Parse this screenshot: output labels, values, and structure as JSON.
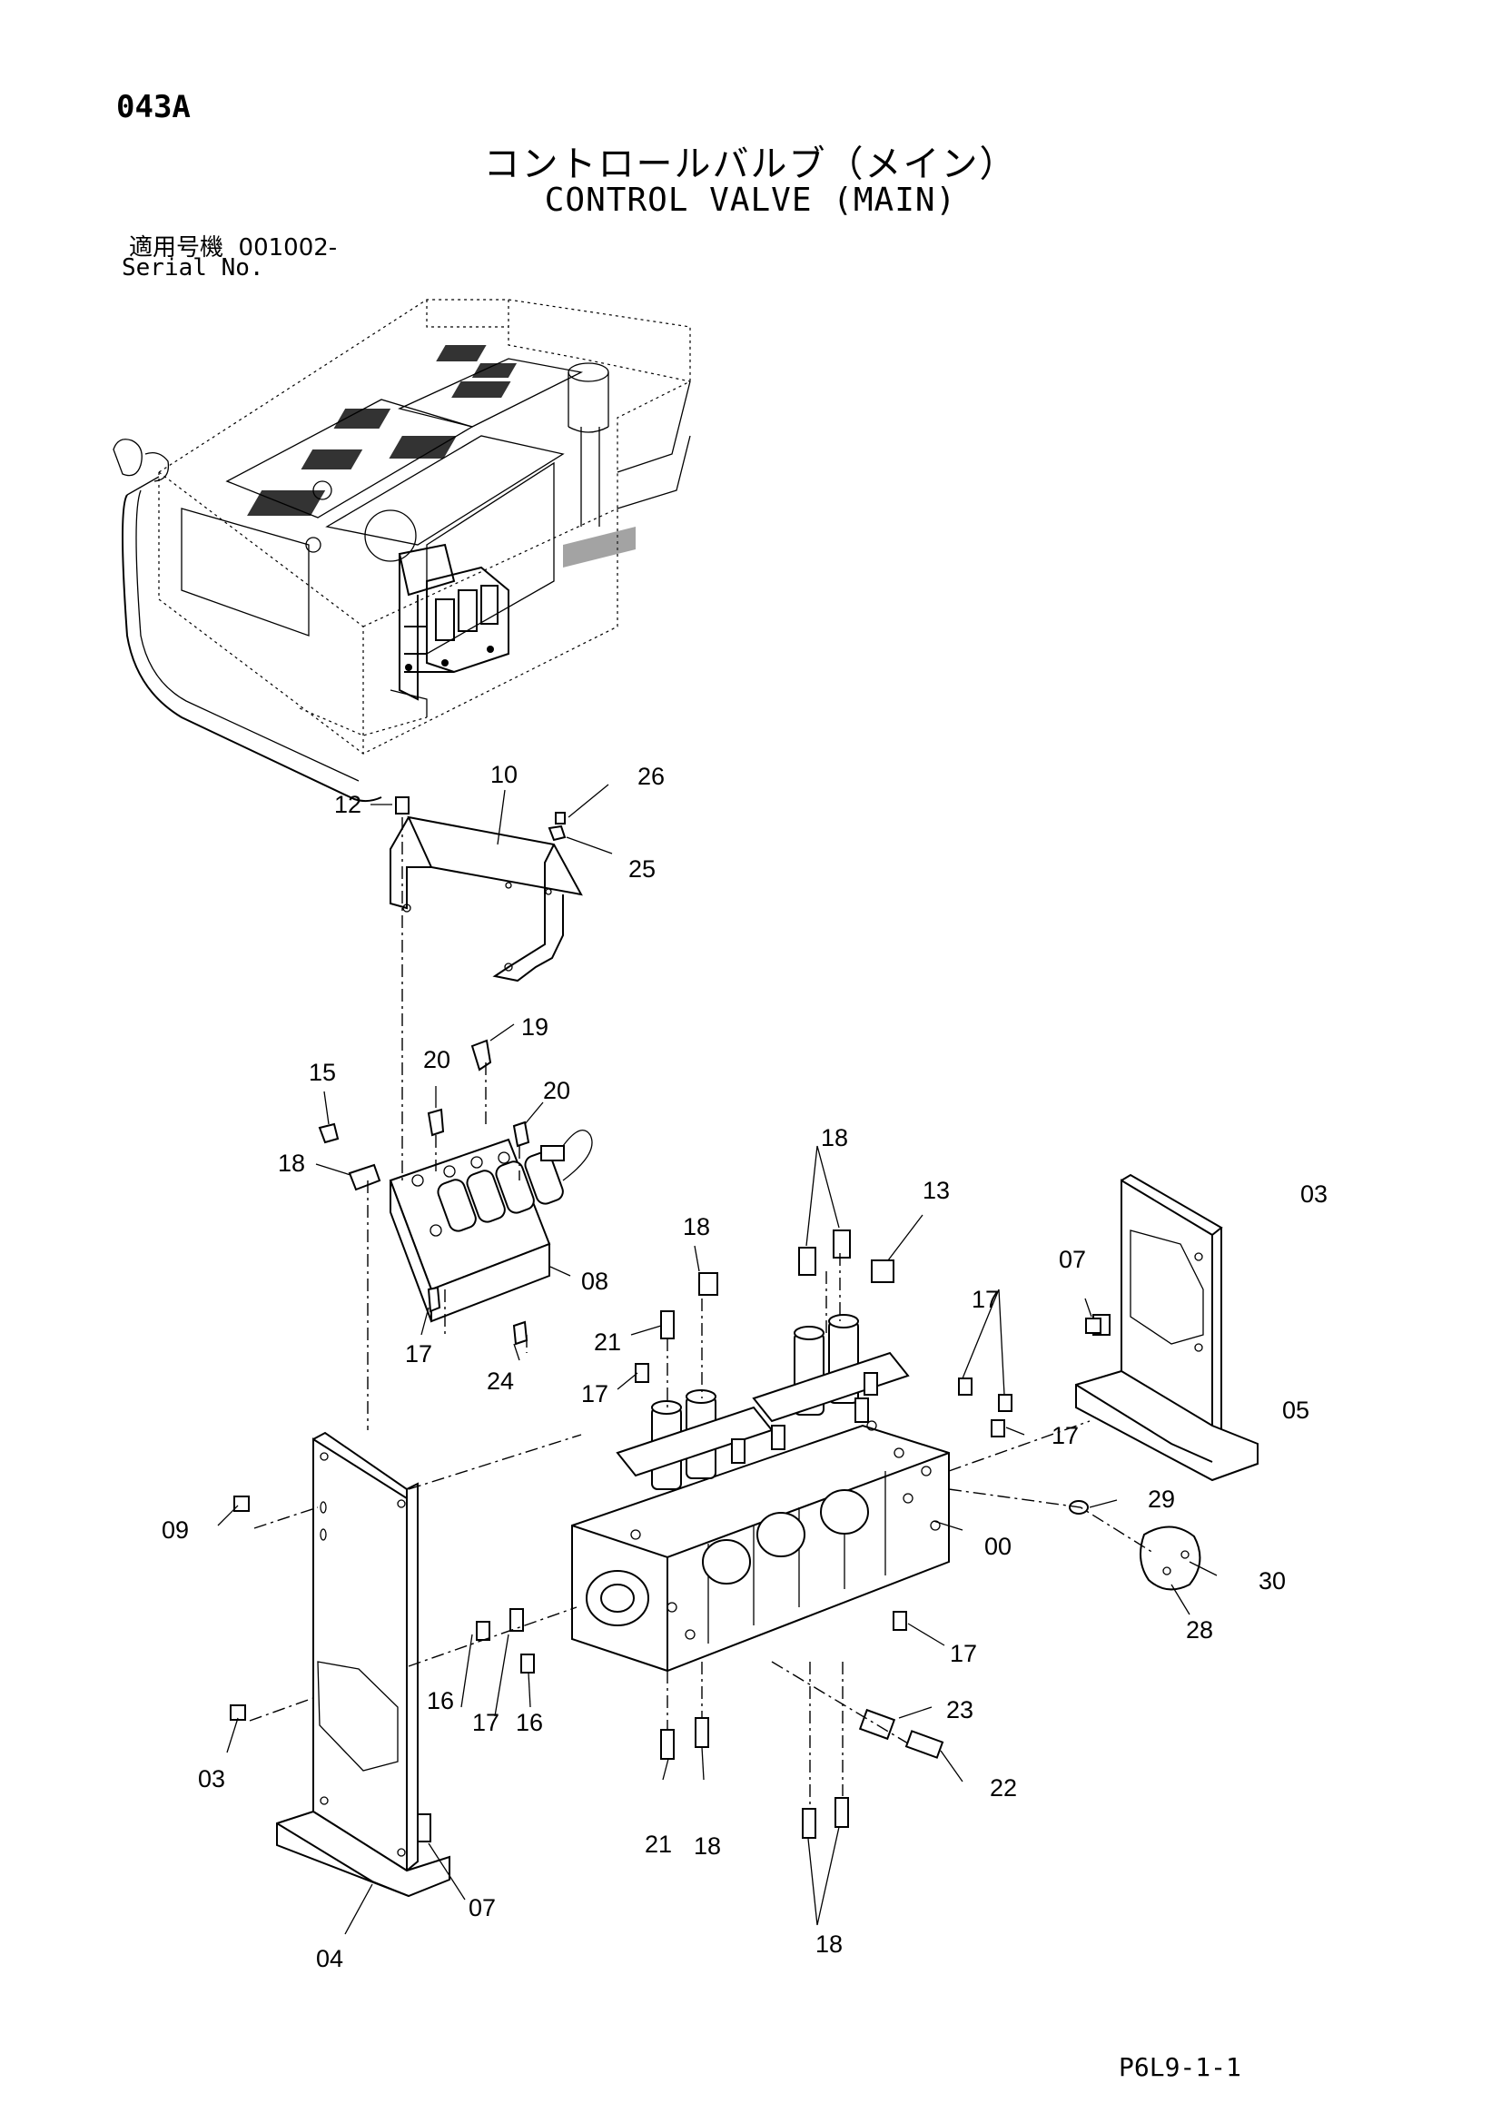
{
  "header": {
    "page_code": "043A",
    "title_jp": "コントロールバルブ（メイン）",
    "title_en": "CONTROL VALVE (MAIN)",
    "serial_label_jp": "適用号機",
    "serial_value": "001002-",
    "serial_label_en": "Serial No."
  },
  "footer": {
    "drawing_code": "P6L9-1-1"
  },
  "part_callouts": {
    "p12": "12",
    "p10": "10",
    "p26": "26",
    "p25": "25",
    "p19": "19",
    "p20a": "20",
    "p20b": "20",
    "p15": "15",
    "p18a": "18",
    "p08": "08",
    "p17a": "17",
    "p24": "24",
    "p18b": "18",
    "p18c": "18",
    "p13": "13",
    "p21a": "21",
    "p17b": "17",
    "p07a": "07",
    "p03a": "03",
    "p17c": "17",
    "p17d": "17",
    "p05": "05",
    "p29": "29",
    "p00": "00",
    "p30": "30",
    "p28": "28",
    "p09": "09",
    "p16a": "16",
    "p17e": "17",
    "p16b": "16",
    "p17f": "17",
    "p23": "23",
    "p22": "22",
    "p03b": "03",
    "p21b": "21",
    "p18d": "18",
    "p07b": "07",
    "p04": "04",
    "p18e": "18"
  }
}
